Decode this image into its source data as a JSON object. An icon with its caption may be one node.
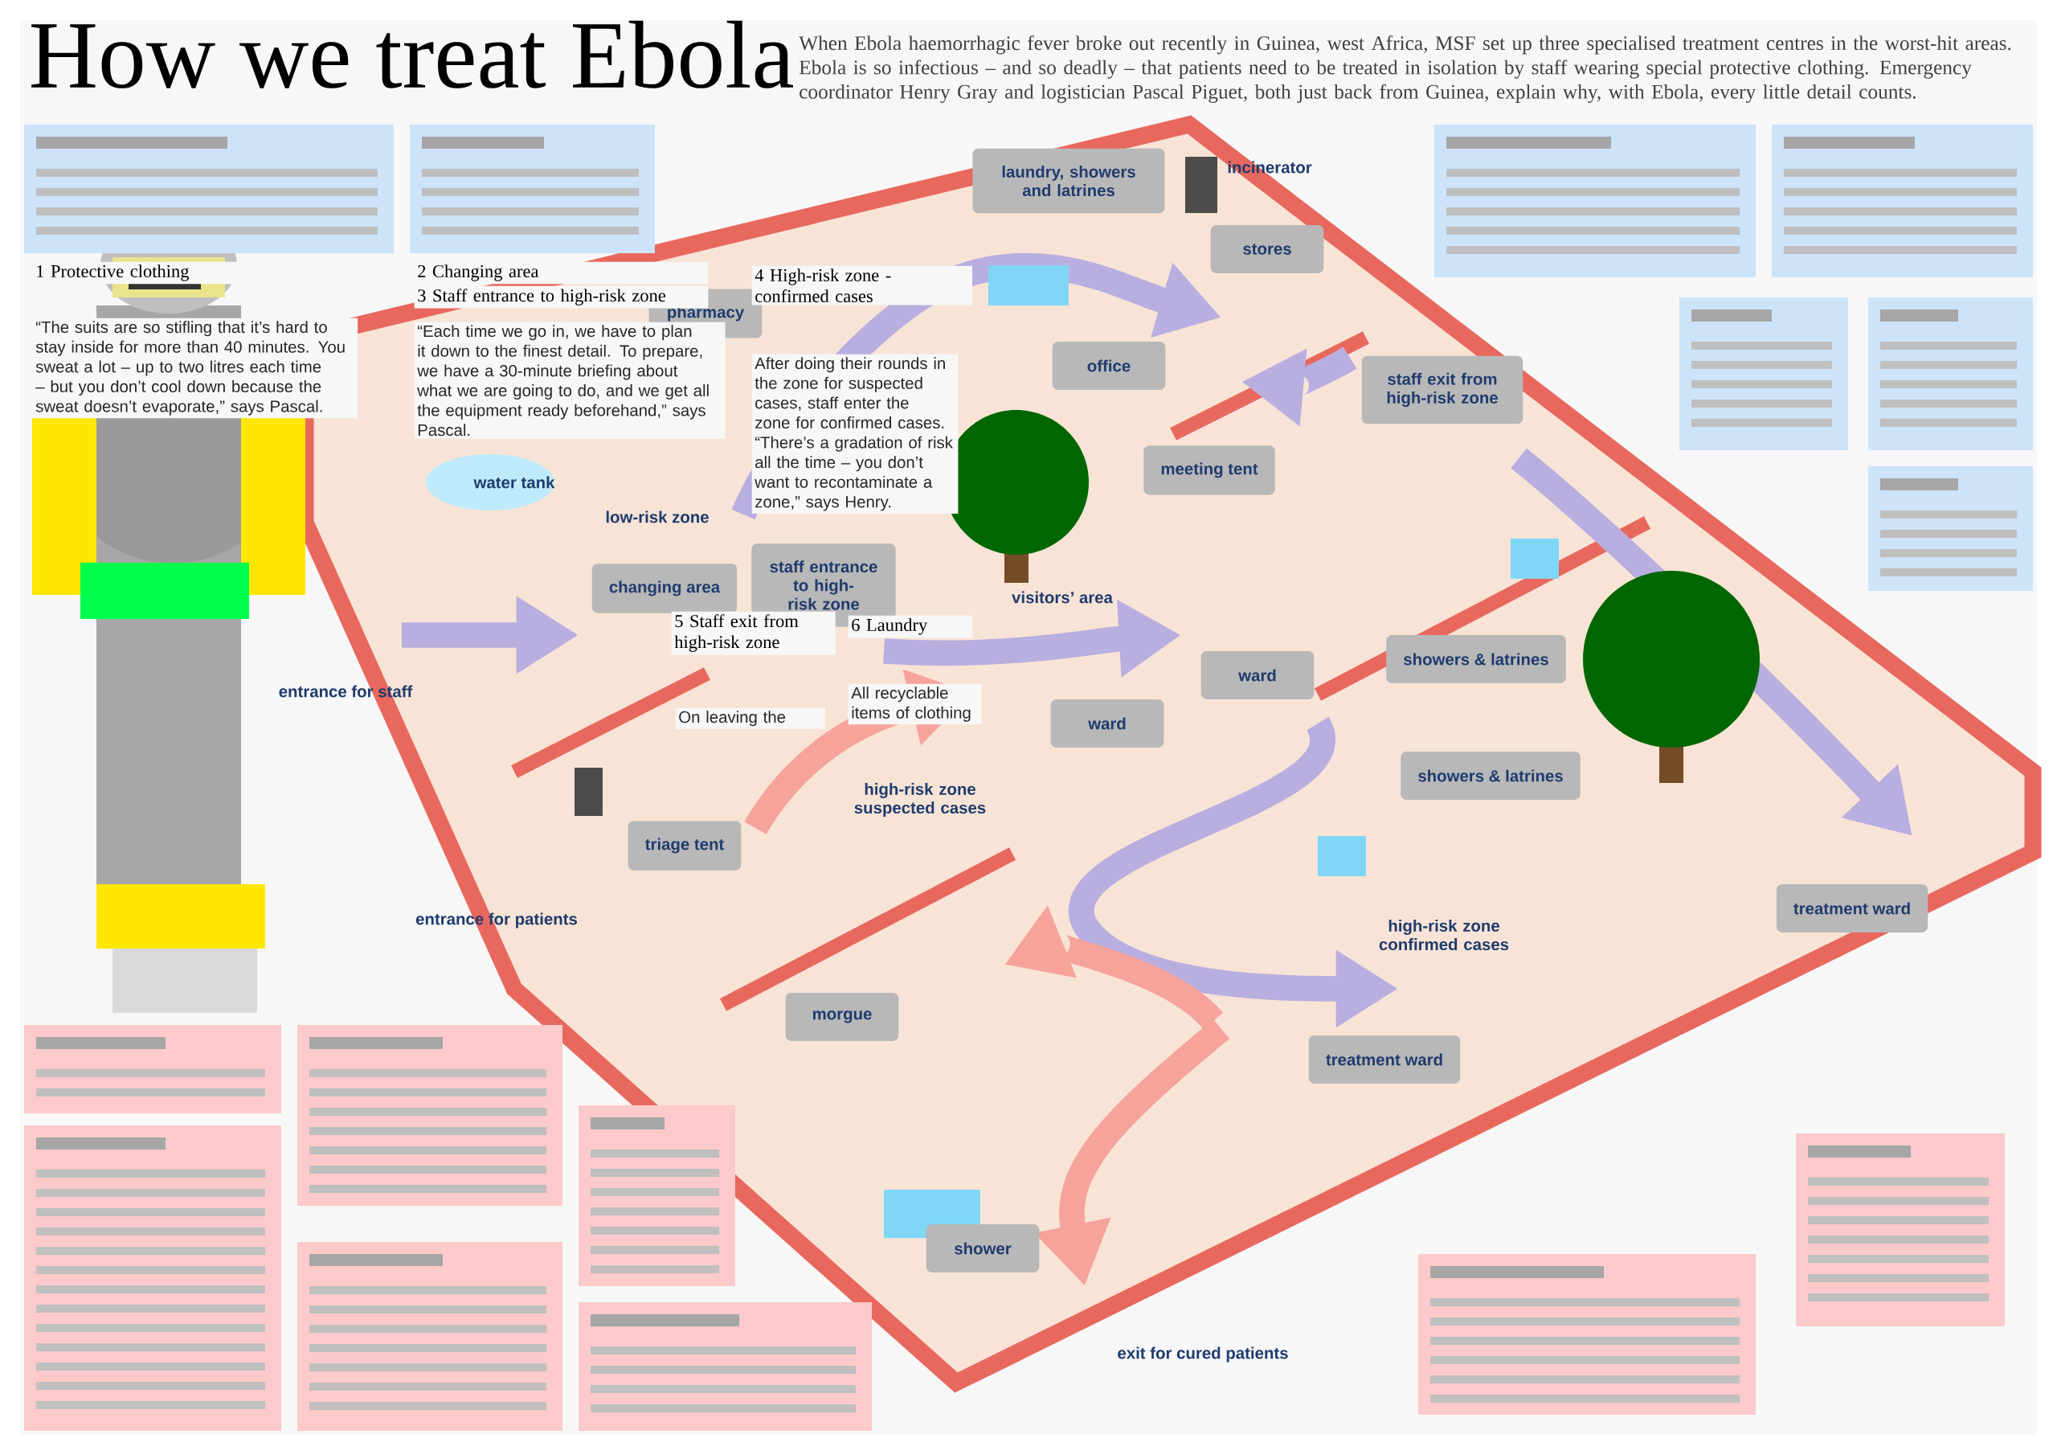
{
  "diagram": {
    "title": "How we treat Ebola",
    "nodes": [
      {
        "text": [
          "laundry, showers and latrines"
        ]
      },
      {
        "text": [
          "incinerator"
        ]
      },
      {
        "text": [
          "stores"
        ]
      },
      {
        "text": [
          "pharmacy"
        ]
      },
      {
        "text": [
          "office"
        ]
      },
      {
        "text": [
          "staff exit from high-risk zone"
        ]
      },
      {
        "text": [
          "meeting tent"
        ]
      },
      {
        "text": [
          "water tank"
        ]
      },
      {
        "text": [
          "changing area"
        ]
      },
      {
        "text": [
          "staff entrance to high-risk zone"
        ]
      },
      {
        "text": [
          "ward"
        ]
      },
      {
        "text": [
          "ward"
        ]
      },
      {
        "text": [
          "showers & latrines"
        ]
      },
      {
        "text": [
          "showers & latrines"
        ]
      },
      {
        "text": [
          "triage tent"
        ]
      },
      {
        "text": [
          "treatment ward"
        ]
      },
      {
        "text": [
          "morgue"
        ]
      },
      {
        "text": [
          "treatment ward"
        ]
      },
      {
        "text": [
          "shower"
        ]
      }
    ],
    "labels": [
      "When Ebola haemorrhagic fever broke out recently in Guinea, west Africa, MSF set up three specialised treatment centres in the worst-hit areas. Ebola is so infectious – and so deadly – that patients need to be treated in isolation by staff wearing special protective clothing. Emergency coordinator Henry Gray and logistician Pascal Piguet, both just back from Guinea, explain why, with Ebola, every little detail counts.",
      "1 Protective clothing",
      "“The suits are so stifling that it’s hard to stay inside for more than 40 minutes. You sweat a lot – up to two litres each time – but you don’t cool down because the sweat doesn’t evaporate,” says Pascal.",
      "2 Changing area",
      "3 Staff entrance to high-risk zone",
      "“Each time we go in, we have to plan it down to the finest detail. To prepare, we have a 30-minute briefing about what we are going to do, and we get all the equipment ready beforehand,” says Pascal.",
      "4 High-risk zone - confirmed cases",
      "After doing their rounds in the zone for suspected cases, staff enter the zone for confirmed cases. “There’s a gradation of risk all the time – you don’t want to recontaminate a zone,” says Henry.",
      "low-risk zone",
      "visitors’ area",
      "entrance for staff",
      "5 Staff exit from high-risk zone",
      "6 Laundry",
      "On leaving the",
      "All recyclable items of clothing",
      "high-risk zone suspected cases",
      "entrance for patients",
      "high-risk zone confirmed cases",
      "exit for cured patients"
    ]
  }
}
